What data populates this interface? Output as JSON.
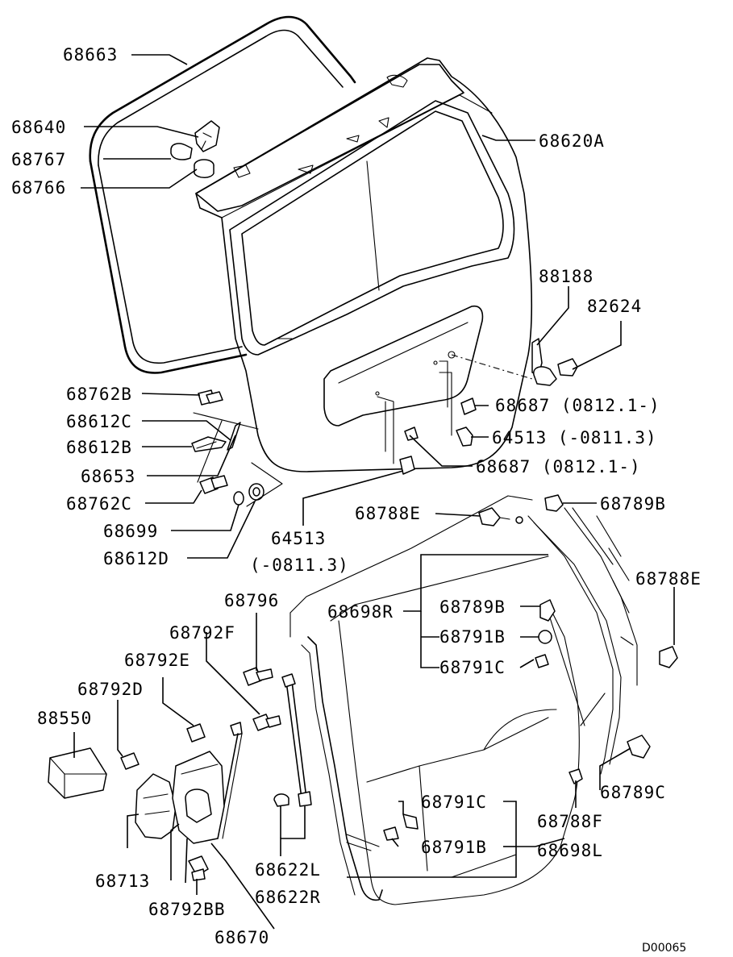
{
  "labels": {
    "p68663": "68663",
    "p68640": "68640",
    "p68767": "68767",
    "p68766": "68766",
    "p68620A": "68620A",
    "p88188": "88188",
    "p82624": "82624",
    "p68687a": "68687 (0812.1-)",
    "p64513a": "64513 (-0811.3)",
    "p68687b": "68687 (0812.1-)",
    "p68762B": "68762B",
    "p68612C": "68612C",
    "p68612B": "68612B",
    "p68653": "68653",
    "p68762C": "68762C",
    "p68699": "68699",
    "p68612D": "68612D",
    "p64513b": "64513",
    "p64513b_range": "(-0811.3)",
    "p68788E_top": "68788E",
    "p68789B_top": "68789B",
    "p68788E_right": "68788E",
    "p68698R": "68698R",
    "p68789B_mid": "68789B",
    "p68791B_top": "68791B",
    "p68791C_top": "68791C",
    "p68796": "68796",
    "p68792F": "68792F",
    "p68792E": "68792E",
    "p68792D": "68792D",
    "p88550": "88550",
    "p68713": "68713",
    "p68792BB": "68792BB",
    "p68670": "68670",
    "p68622L": "68622L",
    "p68622R": "68622R",
    "p68791C_bot": "68791C",
    "p68791B_bot": "68791B",
    "p68788F": "68788F",
    "p68789C": "68789C",
    "p68698L": "68698L"
  },
  "diagram_code": "D00065",
  "colors": {
    "ink": "#000000",
    "paper": "#ffffff"
  }
}
